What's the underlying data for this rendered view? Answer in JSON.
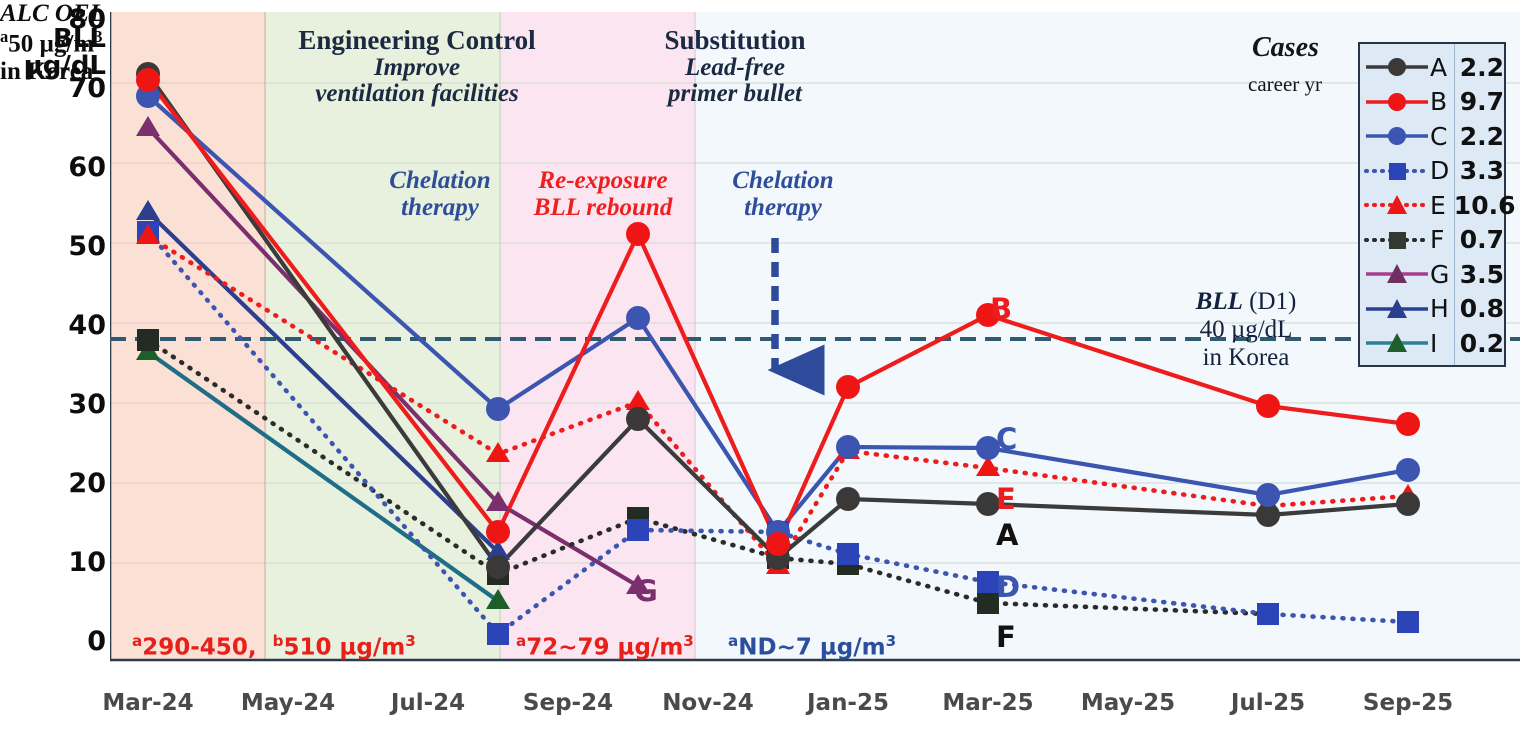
{
  "chart_data": {
    "type": "line",
    "title": "",
    "ylabel": "BLL µg/dL",
    "xlabel": "",
    "ylim": [
      0,
      80
    ],
    "yticks": [
      0,
      10,
      20,
      30,
      40,
      50,
      60,
      70,
      80
    ],
    "grid": true,
    "legend_position": "top-right",
    "x": [
      "Mar-24",
      "May-24",
      "Jul-24",
      "Aug-24",
      "Oct-24",
      "Dec-24",
      "Jan-25",
      "Mar-25",
      "Jul-25",
      "Sep-25"
    ],
    "xticks": [
      "Mar-24",
      "May-24",
      "Jul-24",
      "Sep-24",
      "Nov-24",
      "Jan-25",
      "Mar-25",
      "May-25",
      "Jul-25",
      "Sep-25"
    ],
    "series": [
      {
        "name": "A",
        "career_yr": "2.2",
        "color": "#3b3b3b",
        "marker": "circle",
        "dash": "solid",
        "points": [
          [
            2024.17,
            73.2
          ],
          [
            2024.63,
            11.6
          ],
          [
            2024.79,
            30.1
          ],
          [
            2024.96,
            12.8
          ],
          [
            2025.04,
            20.1
          ],
          [
            2025.21,
            19.5
          ],
          [
            2025.54,
            18.2
          ],
          [
            2025.71,
            19.5
          ]
        ]
      },
      {
        "name": "B",
        "career_yr": "9.7",
        "color": "#ee1c1c",
        "marker": "circle",
        "dash": "solid",
        "points": [
          [
            2024.17,
            72.5
          ],
          [
            2024.63,
            16.0
          ],
          [
            2024.79,
            53.3
          ],
          [
            2024.96,
            14.5
          ],
          [
            2025.04,
            34.2
          ],
          [
            2025.21,
            43.2
          ],
          [
            2025.54,
            31.7
          ],
          [
            2025.71,
            29.5
          ]
        ]
      },
      {
        "name": "C",
        "career_yr": "2.2",
        "color": "#3b55b0",
        "marker": "circle",
        "dash": "solid",
        "points": [
          [
            2024.17,
            70.5
          ],
          [
            2024.63,
            31.4
          ],
          [
            2024.79,
            42.8
          ],
          [
            2024.96,
            16.0
          ],
          [
            2025.04,
            26.6
          ],
          [
            2025.21,
            26.5
          ],
          [
            2025.54,
            20.7
          ],
          [
            2025.71,
            23.8
          ]
        ]
      },
      {
        "name": "D",
        "career_yr": "3.3",
        "color": "#3b55b0",
        "marker": "square",
        "dash": "dotted",
        "points": [
          [
            2024.17,
            53.5
          ],
          [
            2024.63,
            3.3
          ],
          [
            2024.79,
            16.3
          ],
          [
            2024.96,
            16.0
          ],
          [
            2025.04,
            13.3
          ],
          [
            2025.21,
            9.8
          ],
          [
            2025.54,
            5.7
          ],
          [
            2025.71,
            4.8
          ]
        ]
      },
      {
        "name": "E",
        "career_yr": "10.6",
        "color": "#ee1c1c",
        "marker": "triangle",
        "dash": "dotted",
        "points": [
          [
            2024.17,
            53.0
          ],
          [
            2024.63,
            25.7
          ],
          [
            2024.79,
            32.2
          ],
          [
            2024.96,
            11.8
          ],
          [
            2025.04,
            26.1
          ],
          [
            2025.21,
            24.0
          ],
          [
            2025.54,
            19.3
          ],
          [
            2025.71,
            20.5
          ]
        ]
      },
      {
        "name": "F",
        "career_yr": "0.7",
        "color": "#2b2b2b",
        "marker": "square",
        "dash": "dotted",
        "points": [
          [
            2024.17,
            40.0
          ],
          [
            2024.63,
            10.8
          ],
          [
            2024.79,
            17.8
          ],
          [
            2024.96,
            12.8
          ],
          [
            2025.04,
            12.0
          ],
          [
            2025.21,
            7.1
          ],
          [
            2025.54,
            5.7
          ]
        ]
      },
      {
        "name": "G",
        "career_yr": "3.5",
        "color": "#7b2f6e",
        "marker": "triangle",
        "dash": "solid",
        "points": [
          [
            2024.17,
            66.5
          ],
          [
            2024.63,
            19.6
          ],
          [
            2024.79,
            9.2
          ]
        ]
      },
      {
        "name": "H",
        "career_yr": "0.8",
        "color": "#2b3f8f",
        "marker": "triangle",
        "dash": "solid",
        "points": [
          [
            2024.17,
            56.0
          ],
          [
            2024.63,
            13.5
          ]
        ]
      },
      {
        "name": "I",
        "career_yr": "0.2",
        "color": "#1f6e87",
        "marker": "triangle",
        "dash": "solid",
        "points": [
          [
            2024.17,
            38.5
          ],
          [
            2024.63,
            7.4
          ]
        ]
      }
    ],
    "threshold_line": {
      "value": 40,
      "label_line1": "BLL (D1)",
      "label_line2": "40 µg/dL",
      "label_line3": "in Korea",
      "color": "#2e4a63"
    },
    "bands": [
      {
        "from": 2024.1,
        "to": 2024.4,
        "color": "#fbe0d6",
        "label": ""
      },
      {
        "from": 2024.4,
        "to": 2024.72,
        "color": "#e6f0dc",
        "label": "Engineering Control"
      },
      {
        "from": 2024.72,
        "to": 2024.99,
        "color": "#fbe5f0",
        "label": "Substitution"
      },
      {
        "from": 2024.99,
        "to": 2025.8,
        "color": "#f2f8fc",
        "label": ""
      }
    ]
  },
  "axis": {
    "y_title_line1": "BLL",
    "y_title_line2": "µg/dL",
    "y_ticks": [
      "80",
      "70",
      "60",
      "50",
      "40",
      "30",
      "20",
      "10",
      "0"
    ],
    "x_ticks": [
      "Mar-24",
      "May-24",
      "Jul-24",
      "Sep-24",
      "Nov-24",
      "Jan-25",
      "Mar-25",
      "May-25",
      "Jul-25",
      "Sep-25"
    ]
  },
  "annotations": {
    "engineering_control": {
      "head": "Engineering Control",
      "sub_line1": "Improve",
      "sub_line2": "ventilation facilities"
    },
    "substitution": {
      "head": "Substitution",
      "sub_line1": "Lead-free",
      "sub_line2": "primer bullet"
    },
    "chelation_1": {
      "line1": "Chelation",
      "line2": "therapy"
    },
    "reexposure": {
      "line1": "Re-exposure",
      "line2": "BLL rebound"
    },
    "chelation_2": {
      "line1": "Chelation",
      "line2": "therapy"
    },
    "oel": {
      "line1": "ALC OEL",
      "line2_sup": "a",
      "line2": "50 µg/m",
      "line2_exp": "3",
      "line3": "in Korea"
    },
    "conc_1": {
      "sup_a": "a",
      "val_a": "290-450,",
      "sup_b": "b",
      "val_b": "510 µg/m",
      "exp": "3"
    },
    "conc_2": {
      "sup": "a",
      "val": "72~79 µg/m",
      "exp": "3"
    },
    "conc_3": {
      "sup": "a",
      "val": "ND~7 µg/m",
      "exp": "3"
    },
    "threshold_note": {
      "line1_italic": "BLL",
      "line1_rest": " (D1)",
      "line2": "40 µg/dL",
      "line3": "in Korea"
    },
    "point_labels": [
      {
        "text": "B",
        "color": "#ee1c1c"
      },
      {
        "text": "C",
        "color": "#3b55b0"
      },
      {
        "text": "E",
        "color": "#ee1c1c"
      },
      {
        "text": "A",
        "color": "#111111"
      },
      {
        "text": "D",
        "color": "#3b55b0"
      },
      {
        "text": "F",
        "color": "#111111"
      },
      {
        "text": "G",
        "color": "#7b2f6e"
      }
    ]
  },
  "legend": {
    "title": "Cases",
    "subtitle": "career yr",
    "items": [
      {
        "name": "A",
        "value": "2.2",
        "color": "#3b3b3b",
        "marker": "circle",
        "dash": "solid"
      },
      {
        "name": "B",
        "value": "9.7",
        "color": "#ee1c1c",
        "marker": "circle",
        "dash": "solid"
      },
      {
        "name": "C",
        "value": "2.2",
        "color": "#3b55b0",
        "marker": "circle",
        "dash": "solid"
      },
      {
        "name": "D",
        "value": "3.3",
        "color": "#3b55b0",
        "marker": "square",
        "dash": "dotted"
      },
      {
        "name": "E",
        "value": "10.6",
        "color": "#ee1c1c",
        "marker": "triangle",
        "dash": "dotted"
      },
      {
        "name": "F",
        "value": "0.7",
        "color": "#2b2b2b",
        "marker": "square",
        "dash": "dotted"
      },
      {
        "name": "G",
        "value": "3.5",
        "color": "#7b2f6e",
        "marker": "triangle",
        "dash": "solid"
      },
      {
        "name": "H",
        "value": "0.8",
        "color": "#2b3f8f",
        "marker": "triangle",
        "dash": "solid"
      },
      {
        "name": "I",
        "value": "0.2",
        "color": "#1f6e87",
        "marker": "triangle",
        "dash": "solid"
      }
    ]
  }
}
